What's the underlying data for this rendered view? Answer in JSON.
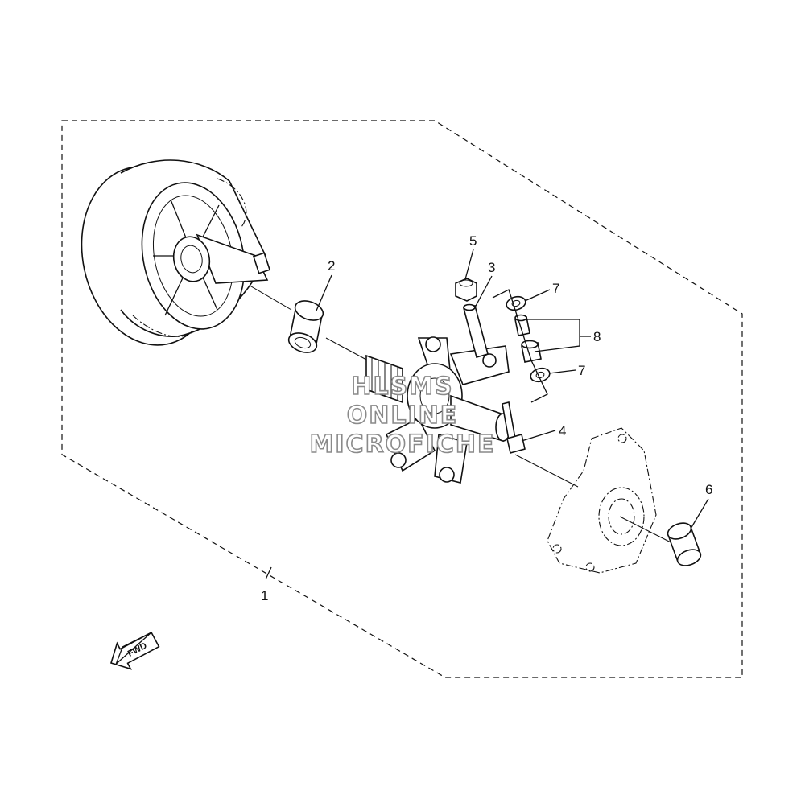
{
  "callouts": [
    {
      "id": "1",
      "label": "1"
    },
    {
      "id": "2",
      "label": "2"
    },
    {
      "id": "3",
      "label": "3"
    },
    {
      "id": "4",
      "label": "4"
    },
    {
      "id": "5",
      "label": "5"
    },
    {
      "id": "6",
      "label": "6"
    },
    {
      "id": "7a",
      "label": "7"
    },
    {
      "id": "7b",
      "label": "7"
    },
    {
      "id": "8",
      "label": "8"
    }
  ],
  "watermark": {
    "line1": "HLSMS",
    "line2": "ONLINE",
    "line3": "MICROFICHE"
  },
  "direction_badge": {
    "label": "FWD",
    "icon": "forward-arrow-icon"
  },
  "colors": {
    "line": "#111111",
    "background": "#ffffff",
    "watermark_outline": "#8a8a8a"
  }
}
